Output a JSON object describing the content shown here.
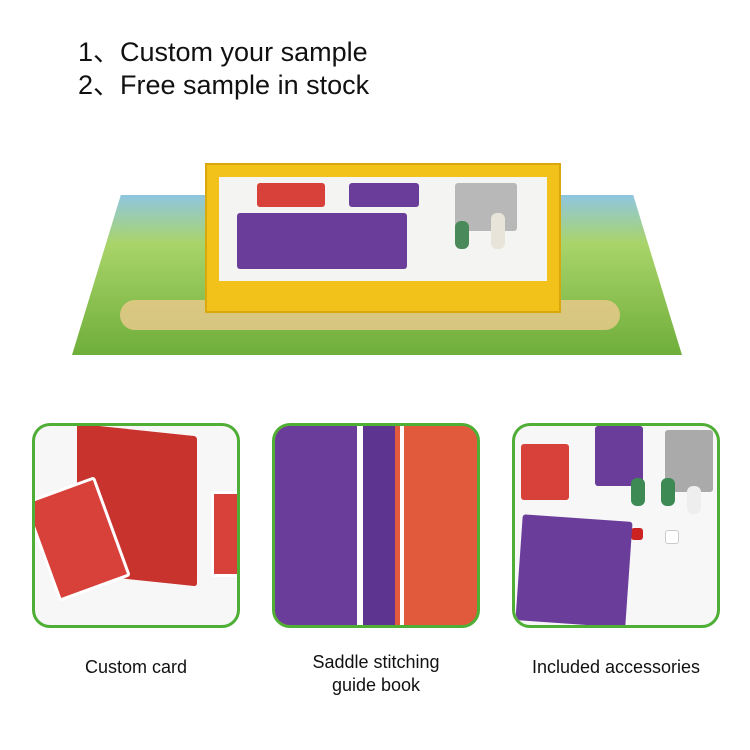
{
  "heading": {
    "line1": "1、Custom your sample",
    "line2": "2、Free sample in stock"
  },
  "features": [
    {
      "caption": "Custom card"
    },
    {
      "caption_line1": "Saddle stitching",
      "caption_line2": "guide book"
    },
    {
      "caption": "Included accessories"
    }
  ],
  "colors": {
    "frame": "#4fae35",
    "box": "#f2c21b",
    "card_red": "#d8413a",
    "purple": "#6a3d9a"
  }
}
